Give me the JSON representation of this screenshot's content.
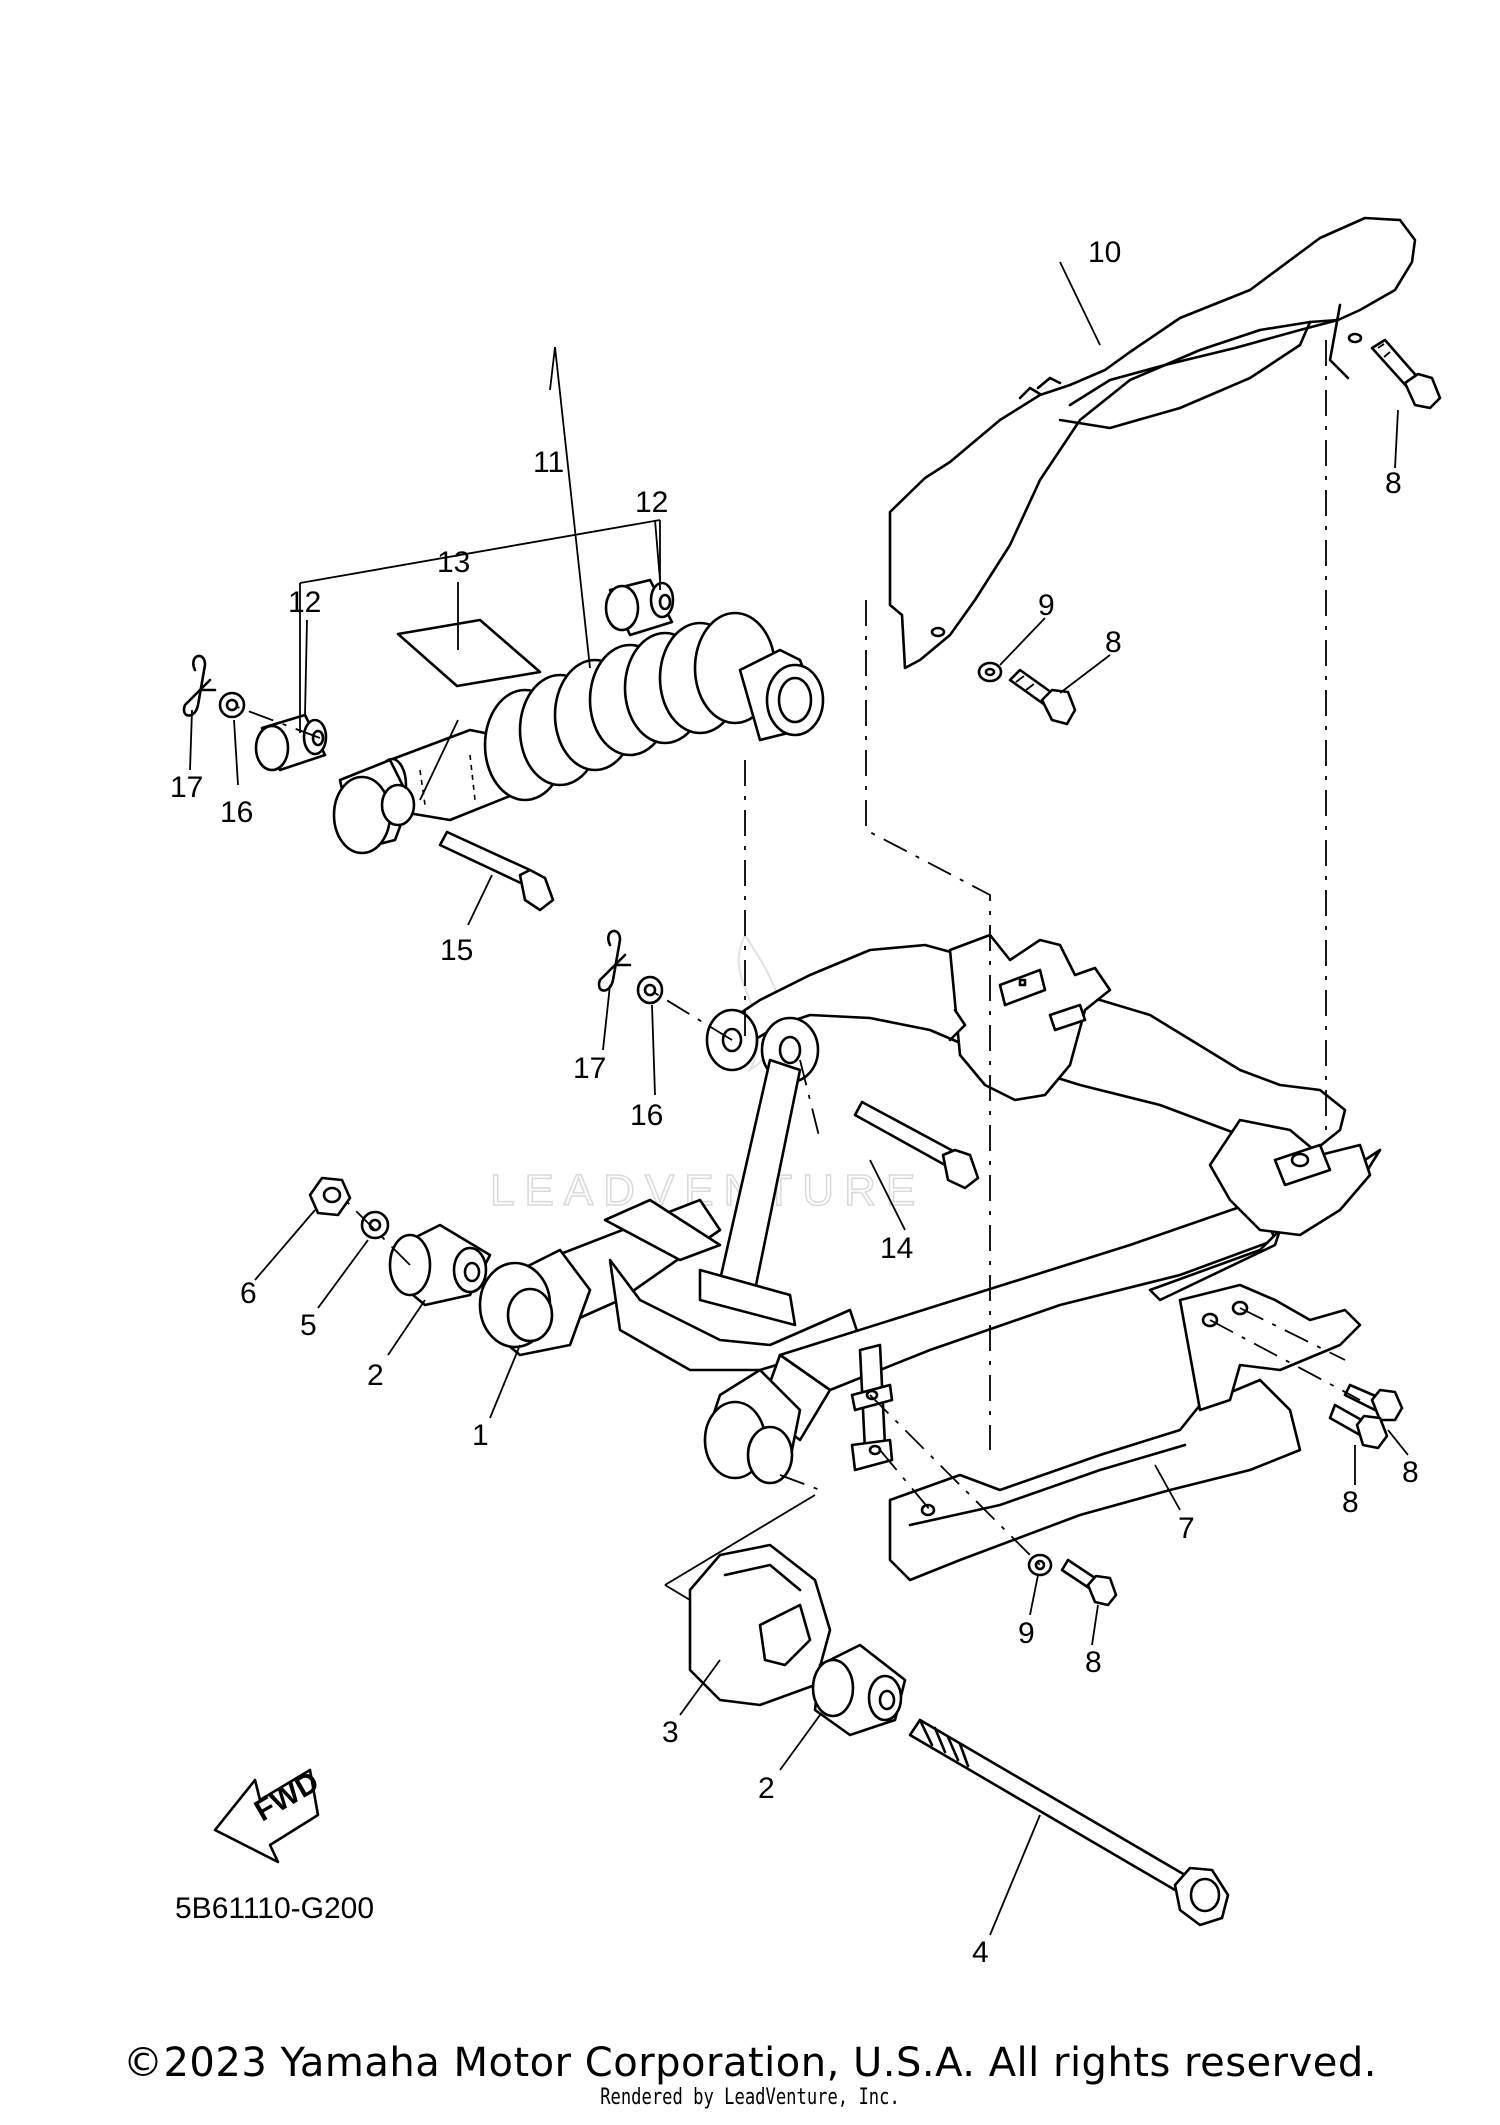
{
  "diagram": {
    "callouts": {
      "c1": "1",
      "c2a": "2",
      "c2b": "2",
      "c3": "3",
      "c4": "4",
      "c5": "5",
      "c6": "6",
      "c7": "7",
      "c8a": "8",
      "c8b": "8",
      "c8c": "8",
      "c8d": "8",
      "c8e": "8",
      "c9a": "9",
      "c9b": "9",
      "c10": "10",
      "c11": "11",
      "c12a": "12",
      "c12b": "12",
      "c13": "13",
      "c14": "14",
      "c15": "15",
      "c16a": "16",
      "c16b": "16",
      "c17a": "17",
      "c17b": "17"
    },
    "fwd_label": "FWD",
    "part_code": "5B61110-G200",
    "watermark": "LEADVENTURE"
  },
  "footer": {
    "copyright": "©2023 Yamaha Motor Corporation, U.S.A. All rights reserved.",
    "rendered_by": "Rendered by LeadVenture, Inc."
  }
}
